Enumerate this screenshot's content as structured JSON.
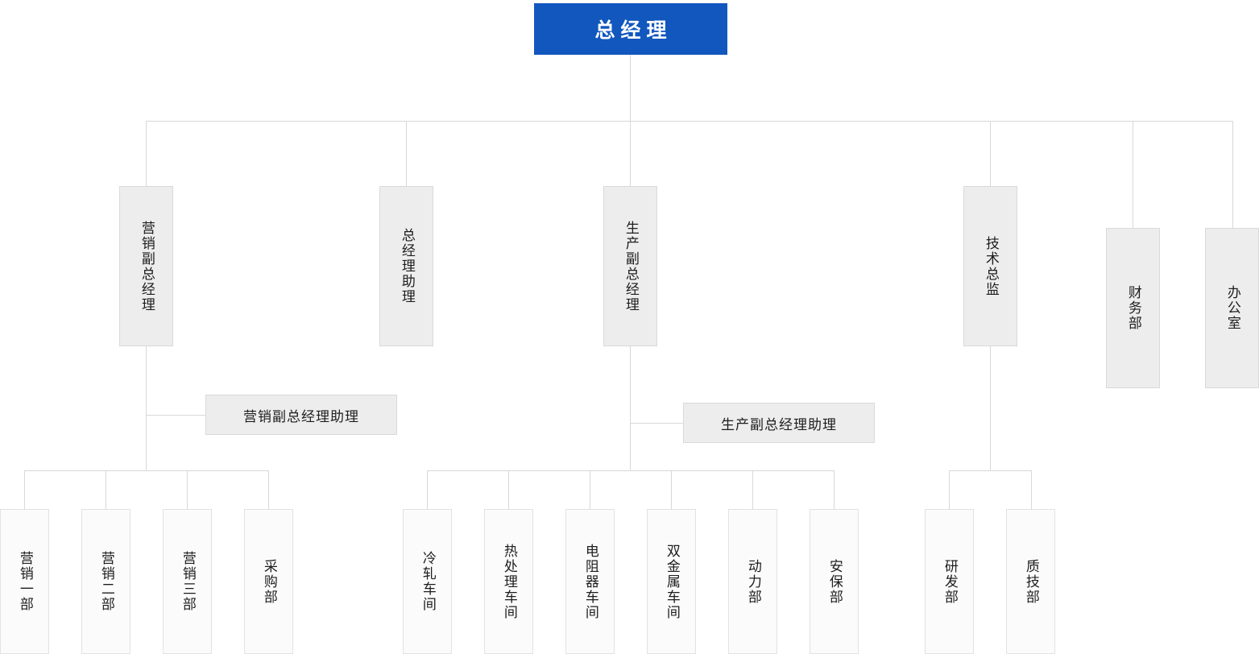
{
  "chart_title": "总经理",
  "colors": {
    "root_fill": "#1257be",
    "root_text": "#ffffff",
    "grey_fill": "#ededed",
    "grey_border": "#d9d9d9",
    "leaf_fill": "#fbfbfb",
    "leaf_border": "#e2e2e2",
    "line": "#d8d8d8",
    "text": "#1d1d1d"
  },
  "root": {
    "label": "总经理"
  },
  "level2": [
    {
      "label": "营销副总经理"
    },
    {
      "label": "总经理助理"
    },
    {
      "label": "生产副总经理"
    },
    {
      "label": "技术总监"
    },
    {
      "label": "财务部"
    },
    {
      "label": "办公室"
    }
  ],
  "assistants": [
    {
      "label": "营销副总经理助理",
      "parent": "营销副总经理"
    },
    {
      "label": "生产副总经理助理",
      "parent": "生产副总经理"
    }
  ],
  "marketing_units": [
    {
      "label": "营销一部"
    },
    {
      "label": "营销二部"
    },
    {
      "label": "营销三部"
    },
    {
      "label": "采购部"
    }
  ],
  "production_units": [
    {
      "label": "冷轧车间"
    },
    {
      "label": "热处理车间"
    },
    {
      "label": "电阻器车间"
    },
    {
      "label": "双金属车间"
    },
    {
      "label": "动力部"
    },
    {
      "label": "安保部"
    }
  ],
  "technical_units": [
    {
      "label": "研发部"
    },
    {
      "label": "质技部"
    }
  ]
}
